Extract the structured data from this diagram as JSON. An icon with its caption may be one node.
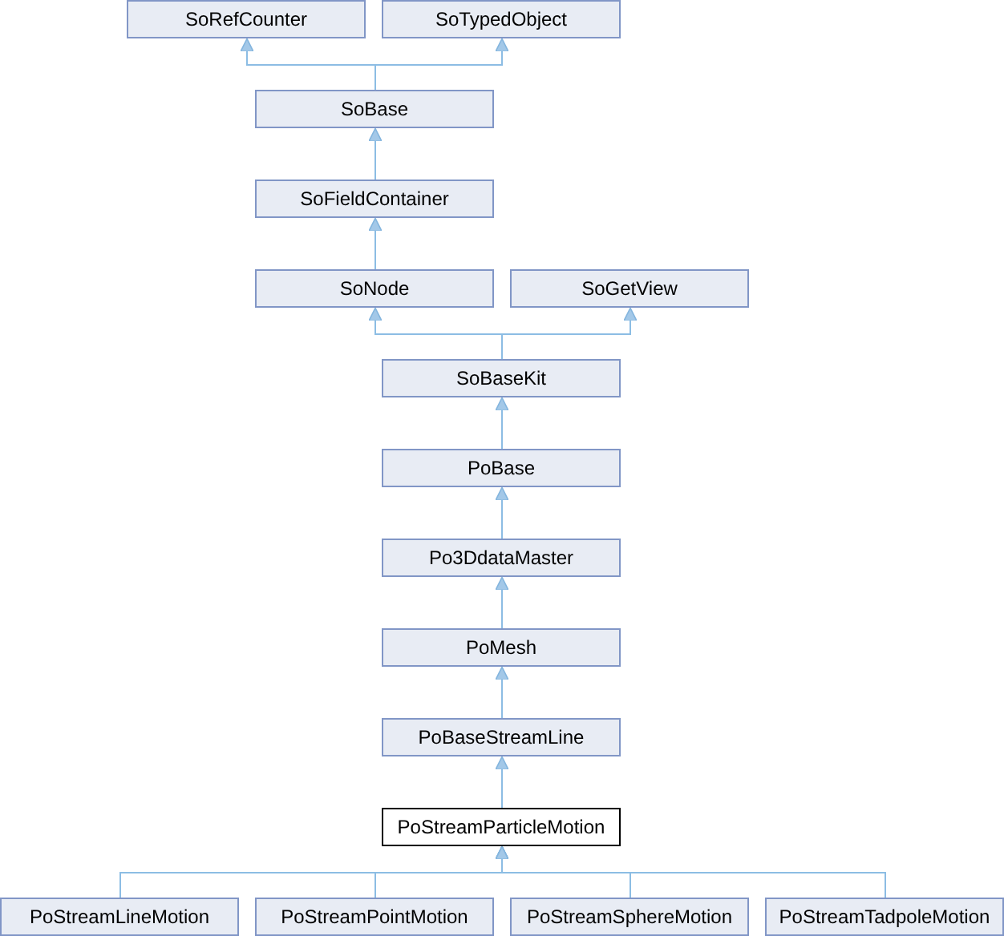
{
  "diagram": {
    "nodes": [
      {
        "text": [
          "SoRefCounter"
        ]
      },
      {
        "text": [
          "SoTypedObject"
        ]
      },
      {
        "text": [
          "SoBase"
        ]
      },
      {
        "text": [
          "SoFieldContainer"
        ]
      },
      {
        "text": [
          "SoNode"
        ]
      },
      {
        "text": [
          "SoGetView"
        ]
      },
      {
        "text": [
          "SoBaseKit"
        ]
      },
      {
        "text": [
          "PoBase"
        ]
      },
      {
        "text": [
          "Po3DdataMaster"
        ]
      },
      {
        "text": [
          "PoMesh"
        ]
      },
      {
        "text": [
          "PoBaseStreamLine"
        ]
      },
      {
        "text": [
          "PoStreamParticleMotion"
        ]
      },
      {
        "text": [
          "PoStreamLineMotion"
        ]
      },
      {
        "text": [
          "PoStreamPointMotion"
        ]
      },
      {
        "text": [
          "PoStreamSphereMotion"
        ]
      },
      {
        "text": [
          "PoStreamTadpoleMotion"
        ]
      }
    ],
    "edges": [
      {
        "from": 2,
        "to": 0,
        "arrow": "to"
      },
      {
        "from": 2,
        "to": 1,
        "arrow": "to"
      },
      {
        "from": 3,
        "to": 2,
        "arrow": "to"
      },
      {
        "from": 4,
        "to": 3,
        "arrow": "to"
      },
      {
        "from": 6,
        "to": 4,
        "arrow": "to"
      },
      {
        "from": 6,
        "to": 5,
        "arrow": "to"
      },
      {
        "from": 7,
        "to": 6,
        "arrow": "to"
      },
      {
        "from": 8,
        "to": 7,
        "arrow": "to"
      },
      {
        "from": 9,
        "to": 8,
        "arrow": "to"
      },
      {
        "from": 10,
        "to": 9,
        "arrow": "to"
      },
      {
        "from": 11,
        "to": 10,
        "arrow": "to"
      },
      {
        "from": 12,
        "to": 11,
        "arrow": "to"
      },
      {
        "from": 13,
        "to": 11,
        "arrow": "to"
      },
      {
        "from": 14,
        "to": 11,
        "arrow": "to"
      },
      {
        "from": 15,
        "to": 11,
        "arrow": "to"
      }
    ]
  }
}
